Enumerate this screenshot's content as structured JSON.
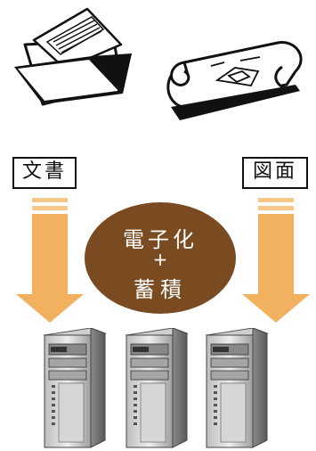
{
  "labels": {
    "documents": "文書",
    "drawings": "図面"
  },
  "center": {
    "line1": "電子化",
    "line2": "+",
    "line3": "蓄積"
  },
  "icons": {
    "folder": "document-folder-icon",
    "blueprint": "blueprint-scroll-icon",
    "servers": [
      "server-icon",
      "server-icon",
      "server-icon"
    ]
  },
  "colors": {
    "arrow": "#f2b15e",
    "arrow_stripe": "#f6c98b",
    "ellipse": "#7a4b20",
    "server_body": "#d9d9d9",
    "server_dark": "#6f6f6f"
  }
}
